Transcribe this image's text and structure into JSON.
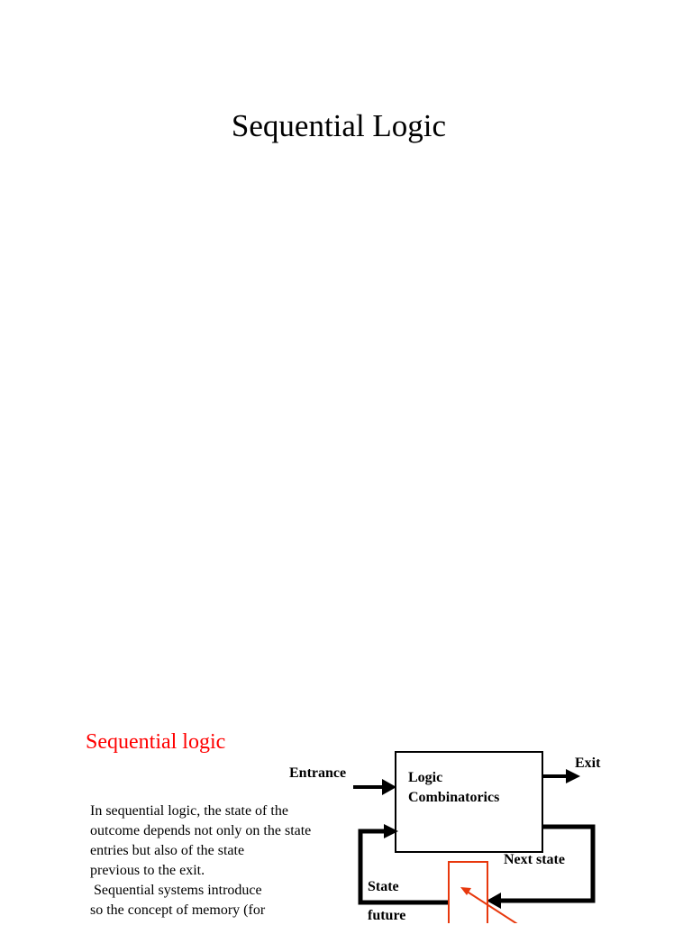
{
  "title": "Sequential Logic",
  "section": {
    "heading": "Sequential logic",
    "heading_color": "#ff0000",
    "paragraph_lines": [
      "In sequential logic, the state of the",
      "outcome depends not only on the state",
      "entries but also of the state",
      "previous to the exit.",
      " Sequential systems introduce",
      "so the concept of memory (for"
    ]
  },
  "diagram": {
    "block_label_line1": "Logic",
    "block_label_line2": "Combinatorics",
    "input_label": "Entrance",
    "output_label": "Exit",
    "next_state_label": "Next state",
    "state_label": "State",
    "future_label": "future",
    "memory_color": "#e8380d"
  }
}
